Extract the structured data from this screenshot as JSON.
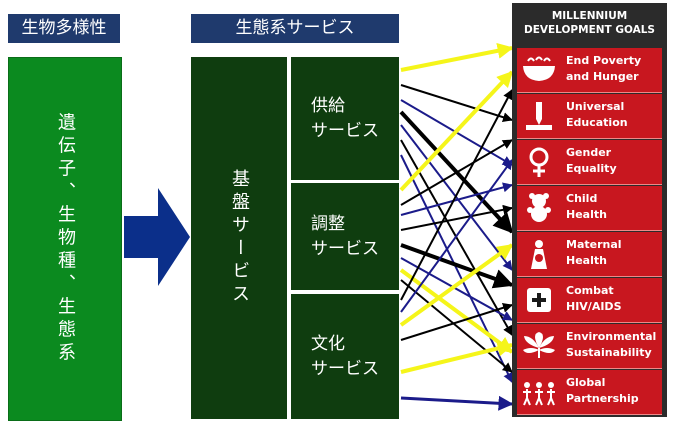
{
  "headers": {
    "biodiversity": "生物多様性",
    "ecosystem_services": "生態系サービス"
  },
  "biodiversity_box": {
    "text": "遺伝子、生物種、生態系"
  },
  "base_service": {
    "text": "基盤サービス"
  },
  "services": [
    {
      "line1": "供給",
      "line2": "サービス"
    },
    {
      "line1": "調整",
      "line2": "サービス"
    },
    {
      "line1": "文化",
      "line2": "サービス"
    }
  ],
  "mdg": {
    "title_line1": "MILLENNIUM",
    "title_line2": "DEVELOPMENT GOALS",
    "goals": [
      {
        "line1": "End Poverty",
        "line2": "and Hunger",
        "icon": "bowl-icon"
      },
      {
        "line1": "Universal",
        "line2": "Education",
        "icon": "pencil-book-icon"
      },
      {
        "line1": "Gender",
        "line2": "Equality",
        "icon": "female-symbol-icon"
      },
      {
        "line1": "Child",
        "line2": "Health",
        "icon": "teddy-bear-icon"
      },
      {
        "line1": "Maternal",
        "line2": "Health",
        "icon": "mother-icon"
      },
      {
        "line1": "Combat",
        "line2": "HIV/AIDS",
        "icon": "medical-cross-icon"
      },
      {
        "line1": "Environmental",
        "line2": "Sustainability",
        "icon": "leaf-icon"
      },
      {
        "line1": "Global",
        "line2": "Partnership",
        "icon": "people-icon"
      }
    ]
  },
  "colors": {
    "header_bg": "#1f3a6d",
    "biodiversity_green": "#0b8a1f",
    "service_dark_green": "#0f3d0f",
    "mdg_red": "#c8171f",
    "arrow_black": "#000000",
    "arrow_navy": "#1b1b8a",
    "arrow_yellow": "#f5f51a"
  }
}
